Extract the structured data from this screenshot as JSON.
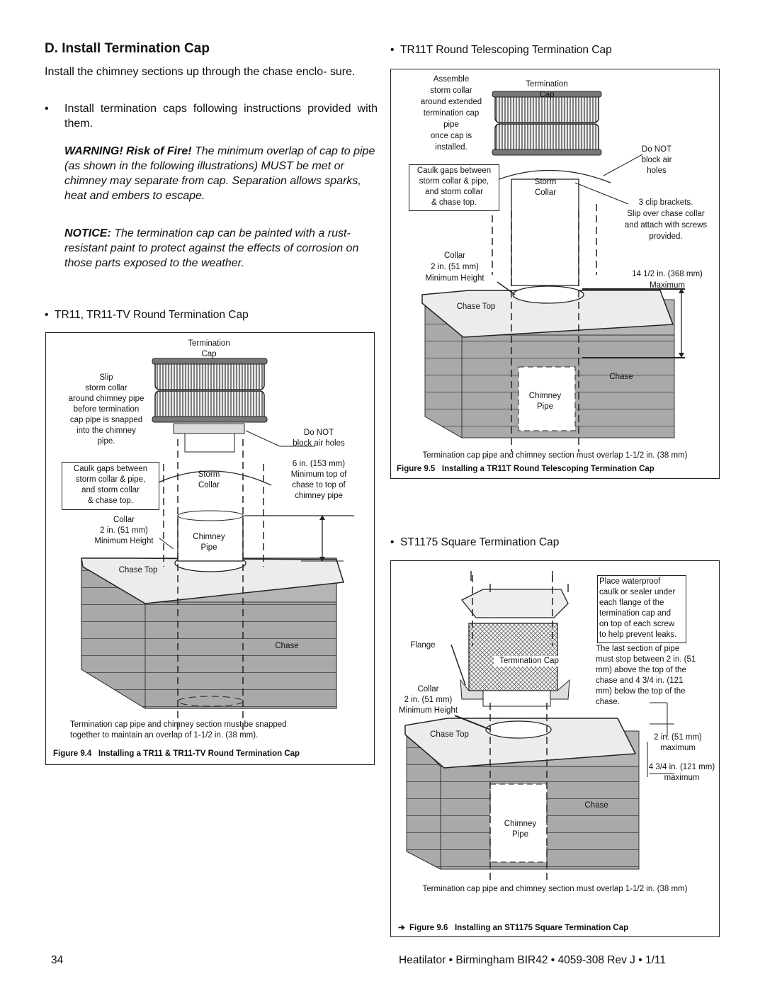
{
  "section": {
    "title": "D. Install Termination Cap",
    "intro": "Install the chimney sections up through the chase enclo- sure.",
    "bullet1": "Install termination caps following instructions provided with them.",
    "warning_bold": "WARNING! Risk of Fire!",
    "warning_text": " The minimum overlap of cap to pipe (as shown in the following illustrations) MUST be met or chimney may separate from cap. Separation allows sparks, heat and embers to escape.",
    "notice_bold": "NOTICE:",
    "notice_text": " The termination cap can be painted with a rust-resistant paint to protect against the effects of corrosion on those parts exposed to the weather."
  },
  "fig4": {
    "heading": "TR11, TR11-TV Round Termination Cap",
    "termination_cap": [
      "Termination",
      "Cap"
    ],
    "slip": [
      "Slip",
      "storm collar",
      "around chimney pipe",
      "before termination",
      "cap pipe is snapped",
      "into the chimney",
      "pipe."
    ],
    "do_not": [
      "Do NOT",
      "block air holes"
    ],
    "caulk": [
      "Caulk gaps between",
      "storm collar & pipe,",
      "and storm collar",
      "& chase top."
    ],
    "storm": [
      "Storm",
      "Collar"
    ],
    "six_in": [
      "6 in. (153 mm)",
      "Minimum top of",
      "chase to top of",
      "chimney pipe"
    ],
    "collar": [
      "Collar",
      "2 in. (51 mm)",
      "Minimum Height"
    ],
    "chimney": [
      "Chimney",
      "Pipe"
    ],
    "chase_top": "Chase Top",
    "chase": "Chase",
    "note": [
      "Termination cap pipe and chimney section must be snapped",
      "together to maintain an overlap of 1-1/2 in. (38 mm)."
    ],
    "figure_no": "Figure 9.4",
    "figure_title": "Installing a TR11 & TR11-TV Round Termination Cap"
  },
  "fig5": {
    "heading": "TR11T Round Telescoping Termination Cap",
    "assemble": [
      "Assemble",
      "storm collar",
      "around extended",
      "termination cap",
      "pipe",
      "once cap is",
      "installed."
    ],
    "termination_cap": [
      "Termination",
      "Cap"
    ],
    "do_not": [
      "Do NOT",
      "block air",
      "holes"
    ],
    "caulk": [
      "Caulk gaps between",
      "storm collar & pipe,",
      "and storm collar",
      "& chase top."
    ],
    "storm": [
      "Storm",
      "Collar"
    ],
    "clips": [
      "3 clip brackets.",
      "Slip over chase collar",
      "and attach with screws",
      "provided."
    ],
    "collar": [
      "Collar",
      "2 in. (51 mm)",
      "Minimum Height"
    ],
    "max": [
      "14 1/2 in. (368 mm)",
      "Maximum"
    ],
    "chase_top": "Chase Top",
    "chase": "Chase",
    "chimney": [
      "Chimney",
      "Pipe"
    ],
    "note": "Termination cap pipe and chimney section must overlap 1-1/2 in. (38 mm)",
    "figure_no": "Figure 9.5",
    "figure_title": "Installing a TR11T Round Telescoping Termination Cap"
  },
  "fig6": {
    "heading": "ST1175 Square Termination Cap",
    "place": [
      "Place waterproof",
      "caulk or sealer under",
      "each flange of the",
      "termination cap and",
      "on top of each screw",
      "to help prevent leaks."
    ],
    "last": [
      "The last section of pipe",
      "must stop between 2 in. (51",
      "mm) above the top of the",
      "chase and 4 3/4 in. (121",
      "mm) below the top of the",
      "chase."
    ],
    "flange": "Flange",
    "termination_cap": "Termination Cap",
    "collar": [
      "Collar",
      "2 in. (51 mm)",
      "Minimum Height"
    ],
    "chase_top": "Chase Top",
    "two_in": [
      "2 in. (51 mm)",
      "maximum"
    ],
    "four_in": [
      "4 3/4 in. (121 mm)",
      "maximum"
    ],
    "chase": "Chase",
    "chimney": [
      "Chimney",
      "Pipe"
    ],
    "note": "Termination cap pipe and chimney section  must overlap 1-1/2 in. (38 mm)",
    "figure_no": "Figure 9.6",
    "figure_title": "Installing an ST1175 Square Termination Cap"
  },
  "footer": {
    "page": "34",
    "text": "Heatilator • Birmingham BIR42 • 4059-308 Rev J • 1/11"
  }
}
